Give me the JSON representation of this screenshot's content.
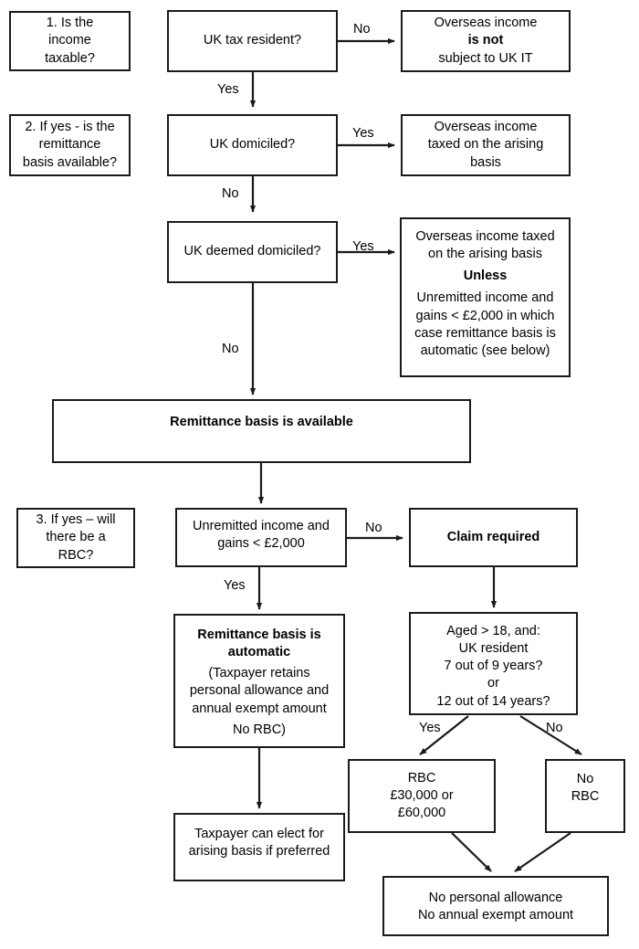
{
  "diagram": {
    "title": "UK remittance basis decision flowchart",
    "line_color": "#1a1a1a",
    "background": "#ffffff"
  },
  "stages": [
    {
      "id": "stage1",
      "label_line1": "1. Is the",
      "label_line2": "income",
      "label_line3": "taxable?"
    },
    {
      "id": "stage2",
      "label_line1": "2. If yes - is the",
      "label_line2": "remittance",
      "label_line3": "basis available?"
    },
    {
      "id": "stage3",
      "label_line1": "3. If yes – will",
      "label_line2": "there be a",
      "label_line3": "RBC?"
    }
  ],
  "nodes": {
    "uk_tax_resident": {
      "text": "UK tax resident?"
    },
    "not_subject": {
      "line1": "Overseas income",
      "line2": "is not",
      "line3": "subject to UK IT"
    },
    "uk_domiciled": {
      "text": "UK domiciled?"
    },
    "arising_basis": {
      "line1": "Overseas income",
      "line2": "taxed on the arising",
      "line3": "basis"
    },
    "uk_deemed_domiciled": {
      "text": "UK deemed domiciled?"
    },
    "arising_unless": {
      "line1": "Overseas income taxed",
      "line2": "on the arising basis",
      "line3": "Unless",
      "line4": "Unremitted income and",
      "line5": "gains < £2,000 in which",
      "line6": "case remittance basis is",
      "line7": "automatic (see below)"
    },
    "rb_available": {
      "text": "Remittance basis is available"
    },
    "unremitted_lt_2000": {
      "line1": "Unremitted income and",
      "line2": "gains < £2,000"
    },
    "claim_required": {
      "text": "Claim required"
    },
    "rb_automatic": {
      "line1": "Remittance basis is",
      "line2": "automatic",
      "line3": "(Taxpayer retains",
      "line4": "personal allowance and",
      "line5": "annual exempt amount",
      "line6": "No RBC)"
    },
    "aged_test": {
      "line1": "Aged > 18, and:",
      "line2": "UK resident",
      "line3": "7 out of 9 years?",
      "line4": "or",
      "line5": "12 out of 14 years?"
    },
    "taxpayer_elect": {
      "line1": "Taxpayer can elect for",
      "line2": "arising basis if preferred"
    },
    "rbc_amounts": {
      "line1": "RBC",
      "line2": "£30,000 or",
      "line3": "£60,000"
    },
    "no_rbc": {
      "line1": "No",
      "line2": "RBC"
    },
    "no_allowance": {
      "line1": "No personal allowance",
      "line2": "No annual exempt amount"
    }
  },
  "edge_labels": {
    "resident_no": "No",
    "resident_yes": "Yes",
    "domiciled_yes": "Yes",
    "domiciled_no": "No",
    "deemed_yes": "Yes",
    "deemed_no": "No",
    "unremitted_no": "No",
    "unremitted_yes": "Yes",
    "aged_yes": "Yes",
    "aged_no": "No"
  }
}
